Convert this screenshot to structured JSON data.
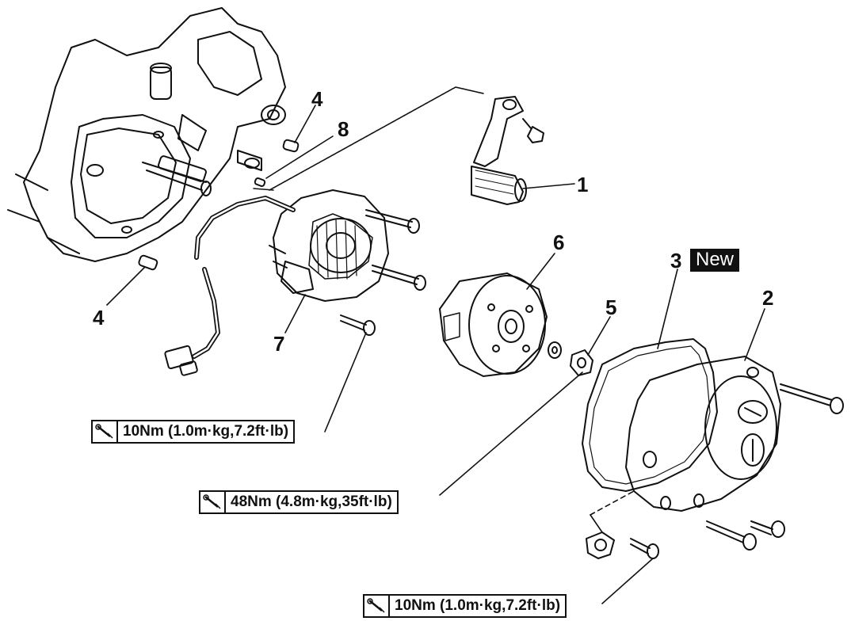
{
  "callouts": {
    "part1": "1",
    "part2": "2",
    "part3": "3",
    "part4_top": "4",
    "part4_left": "4",
    "part5": "5",
    "part6": "6",
    "part7": "7",
    "part8": "8"
  },
  "badge": {
    "new": "New"
  },
  "torque": {
    "stator_bolts": "10Nm (1.0m·kg,7.2ft·lb)",
    "rotor_nut": "48Nm (4.8m·kg,35ft·lb)",
    "clamp_bolt": "10Nm (1.0m·kg,7.2ft·lb)"
  },
  "icons": {
    "torque": "torque-wrench-icon"
  }
}
